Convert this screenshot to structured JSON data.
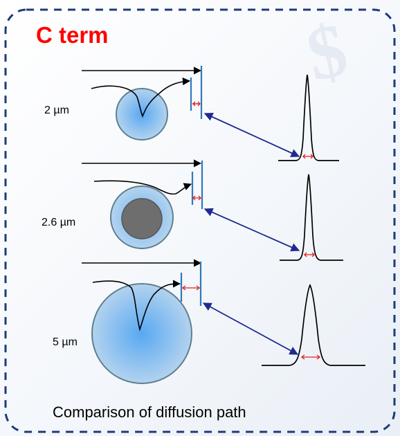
{
  "title": "C term",
  "caption": "Comparison of diffusion path",
  "particles": [
    {
      "label": "2 µm",
      "core": false
    },
    {
      "label": "2.6 µm",
      "core": true
    },
    {
      "label": "5 µm",
      "core": false
    }
  ],
  "colors": {
    "title": "#ff0000",
    "frame_border": "#1f3a7a",
    "particle_edge": "#5f7f8f",
    "particle_fill_center": "#58a8f2",
    "particle_fill_edge": "#bcd7ee",
    "core_fill": "#6e6e6e",
    "band_line": "#2f78b8",
    "arrow_connector": "#1f2a90",
    "width_marker": "#e02020",
    "flow_arrow": "#000000"
  },
  "watermark_glyph": "$"
}
